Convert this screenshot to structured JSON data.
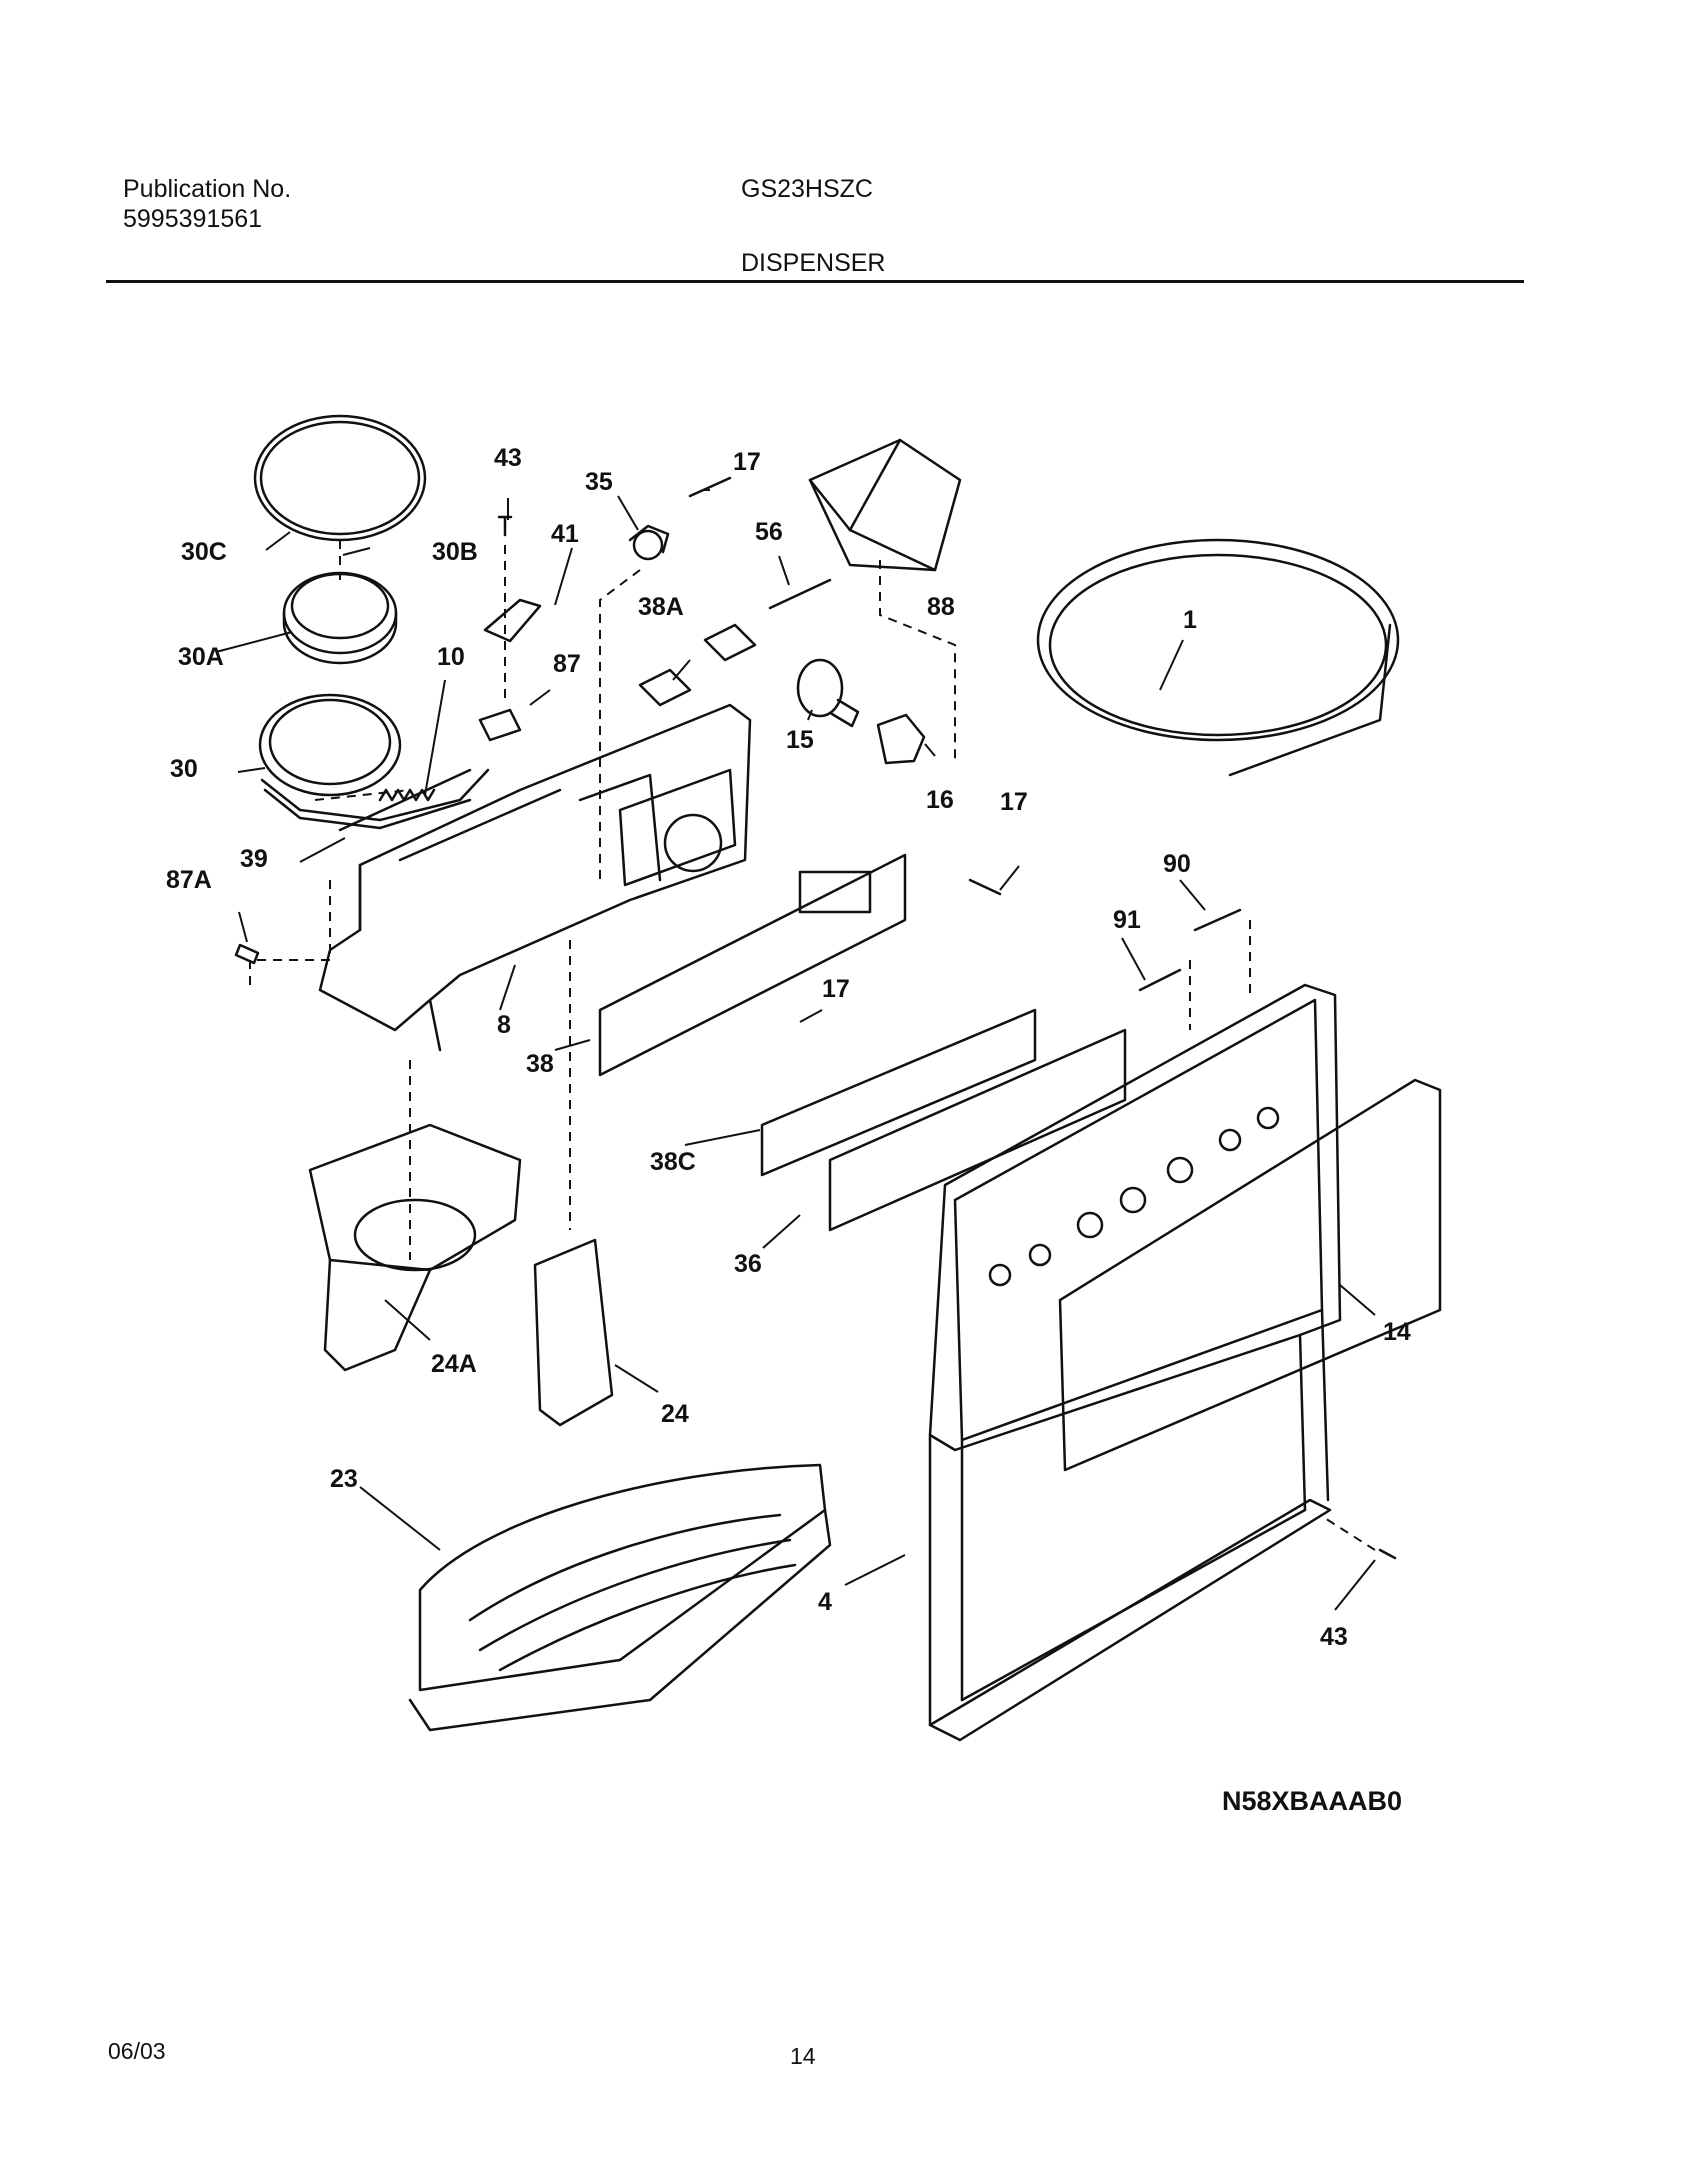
{
  "header": {
    "publication_label": "Publication No.",
    "publication_number": "5995391561",
    "model": "GS23HSZC",
    "section_title": "DISPENSER"
  },
  "diagram": {
    "callouts": [
      "43",
      "35",
      "17",
      "56",
      "88",
      "30C",
      "30B",
      "41",
      "38A",
      "30A",
      "87",
      "10",
      "1",
      "15",
      "16",
      "17",
      "30",
      "39",
      "87A",
      "90",
      "91",
      "8",
      "17",
      "38",
      "38C",
      "36",
      "14",
      "24A",
      "24",
      "23",
      "4",
      "43"
    ],
    "figure_code": "N58XBAAAB0"
  },
  "footer": {
    "date": "06/03",
    "page_number": "14"
  }
}
